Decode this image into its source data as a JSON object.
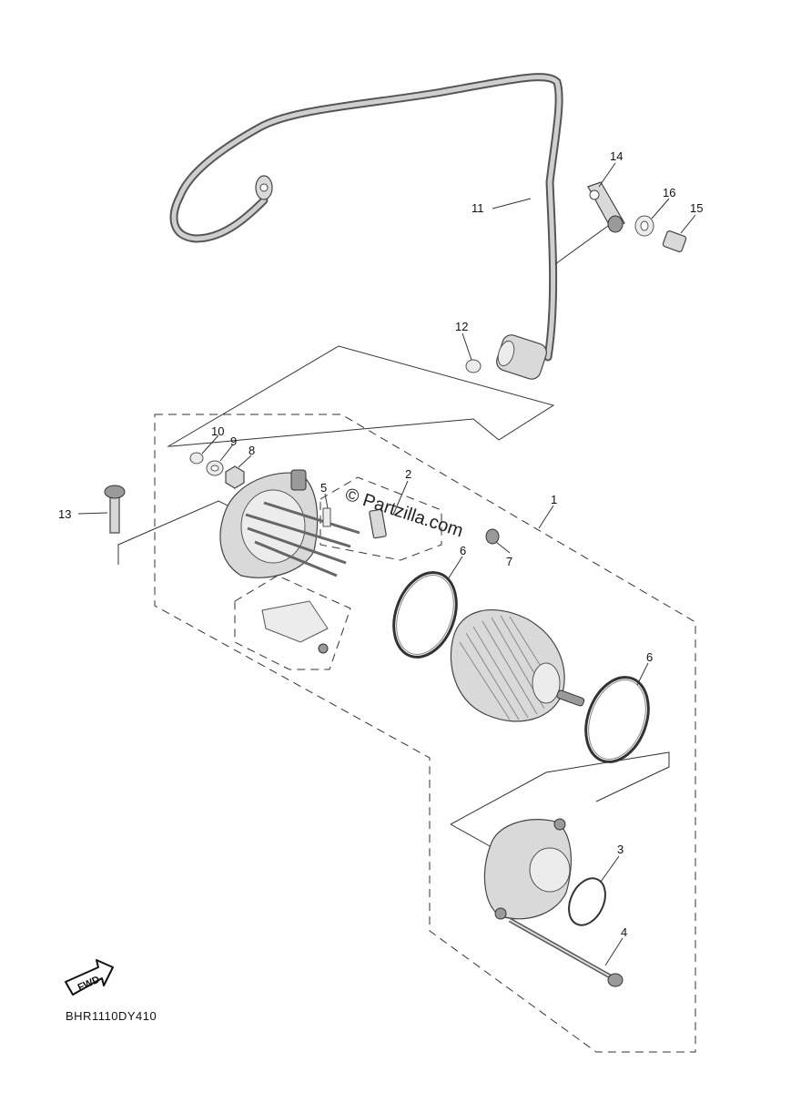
{
  "watermark": "© Partzilla.com",
  "diagram_code": "BHR1110DY410",
  "fwd_label": "FWD",
  "callouts": [
    {
      "id": "c1",
      "label": "1"
    },
    {
      "id": "c2",
      "label": "2"
    },
    {
      "id": "c3",
      "label": "3"
    },
    {
      "id": "c4",
      "label": "4"
    },
    {
      "id": "c5",
      "label": "5"
    },
    {
      "id": "c6a",
      "label": "6"
    },
    {
      "id": "c6b",
      "label": "6"
    },
    {
      "id": "c7",
      "label": "7"
    },
    {
      "id": "c8",
      "label": "8"
    },
    {
      "id": "c9",
      "label": "9"
    },
    {
      "id": "c10",
      "label": "10"
    },
    {
      "id": "c11",
      "label": "11"
    },
    {
      "id": "c12",
      "label": "12"
    },
    {
      "id": "c13",
      "label": "13"
    },
    {
      "id": "c14",
      "label": "14"
    },
    {
      "id": "c15",
      "label": "15"
    },
    {
      "id": "c16",
      "label": "16"
    }
  ],
  "colors": {
    "line": "#333333",
    "part_fill": "#d9d9d9",
    "background": "#ffffff"
  }
}
